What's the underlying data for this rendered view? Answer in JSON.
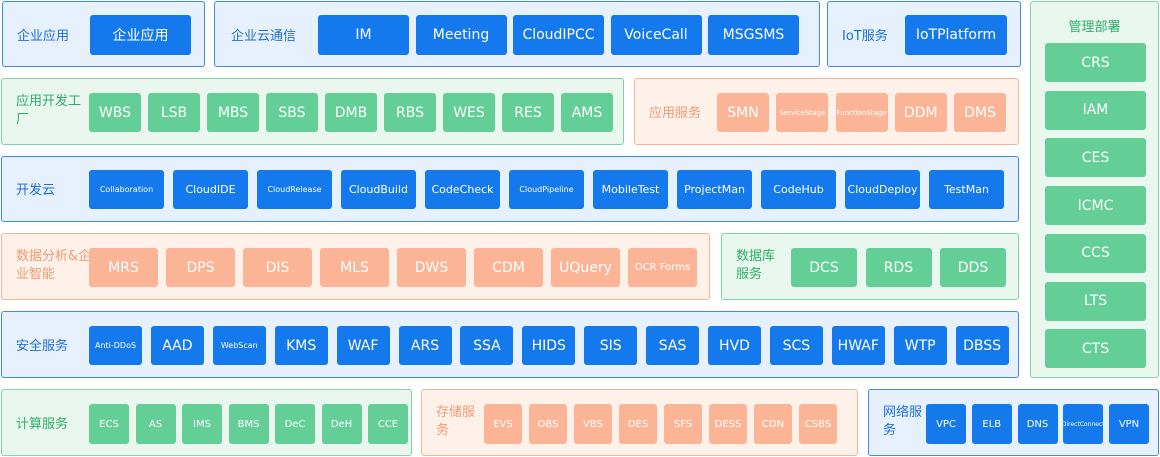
{
  "rows": [
    {
      "id": "r1a",
      "theme": "blue",
      "label": "企业应用",
      "items": [
        "企业应用"
      ]
    },
    {
      "id": "r1b",
      "theme": "blue",
      "label": "企业云通信",
      "items": [
        "IM",
        "Meeting",
        "CloudIPCC",
        "VoiceCall",
        "MSGSMS"
      ]
    },
    {
      "id": "r1c",
      "theme": "blue",
      "label": "IoT服务",
      "items": [
        "IoTPlatform"
      ]
    },
    {
      "id": "r2a",
      "theme": "green",
      "label": "应用开发工厂",
      "items": [
        "WBS",
        "LSB",
        "MBS",
        "SBS",
        "DMB",
        "RBS",
        "WES",
        "RES",
        "AMS"
      ]
    },
    {
      "id": "r2b",
      "theme": "orange",
      "label": "应用服务",
      "items": [
        "SMN",
        "ServiceStage",
        "FunctionStage",
        "DDM",
        "DMS"
      ]
    },
    {
      "id": "r3",
      "theme": "blue",
      "label": "开发云",
      "items": [
        "Collaboration",
        "CloudIDE",
        "CloudRelease",
        "CloudBuild",
        "CodeCheck",
        "CloudPipeline",
        "MobileTest",
        "ProjectMan",
        "CodeHub",
        "CloudDeploy",
        "TestMan"
      ]
    },
    {
      "id": "r4a",
      "theme": "orange",
      "label": "数据分析&企业智能",
      "items": [
        "MRS",
        "DPS",
        "DIS",
        "MLS",
        "DWS",
        "CDM",
        "UQuery",
        "OCR Forms"
      ]
    },
    {
      "id": "r4b",
      "theme": "green",
      "label": "数据库服务",
      "items": [
        "DCS",
        "RDS",
        "DDS"
      ]
    },
    {
      "id": "r5",
      "theme": "blue",
      "label": "安全服务",
      "items": [
        "Anti-DDoS",
        "AAD",
        "WebScan",
        "KMS",
        "WAF",
        "ARS",
        "SSA",
        "HIDS",
        "SIS",
        "SAS",
        "HVD",
        "SCS",
        "HWAF",
        "WTP",
        "DBSS"
      ]
    },
    {
      "id": "r6a",
      "theme": "green",
      "label": "计算服务",
      "items": [
        "ECS",
        "AS",
        "IMS",
        "BMS",
        "DeC",
        "DeH",
        "CCE"
      ]
    },
    {
      "id": "r6b",
      "theme": "orange",
      "label": "存储服务",
      "items": [
        "EVS",
        "OBS",
        "VBS",
        "DES",
        "SFS",
        "DESS",
        "CDN",
        "CSBS"
      ]
    },
    {
      "id": "r6c",
      "theme": "blue",
      "label": "网络服务",
      "items": [
        "VPC",
        "ELB",
        "DNS",
        "DirectConnect",
        "VPN"
      ]
    }
  ],
  "management": {
    "title": "管理部署",
    "items": [
      "CRS",
      "IAM",
      "CES",
      "ICMC",
      "CCS",
      "LTS",
      "CTS"
    ]
  }
}
